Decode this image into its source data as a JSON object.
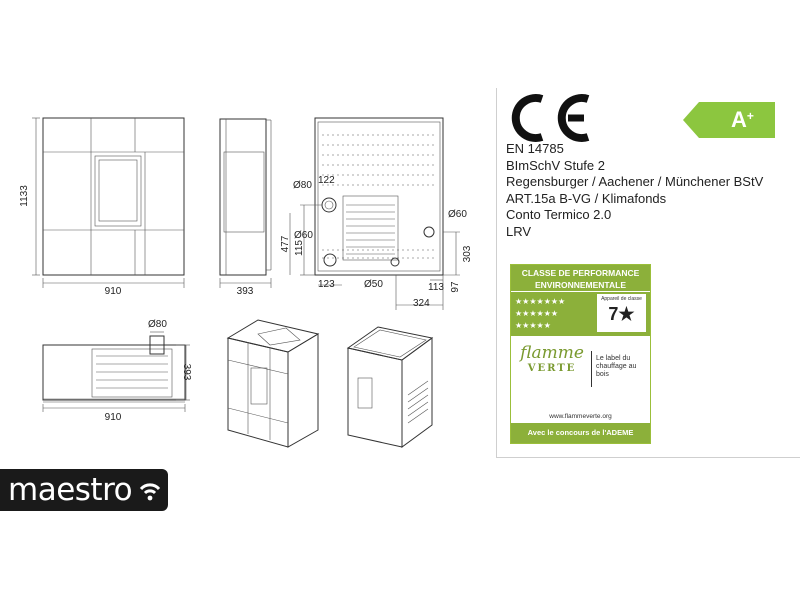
{
  "dimensions": {
    "front_height": "1133",
    "front_width": "910",
    "side_width": "393",
    "rear_d80": "Ø80",
    "rear_d60_left": "Ø60",
    "rear_d60_right": "Ø60",
    "rear_d50": "Ø50",
    "rear_122": "122",
    "rear_477": "477",
    "rear_115": "115",
    "rear_123": "123",
    "rear_303": "303",
    "rear_324": "324",
    "rear_113": "113",
    "rear_97": "97",
    "top_d80": "Ø80",
    "top_393": "393",
    "top_910": "910"
  },
  "certifications": {
    "ce_mark": "CE",
    "energy_class": "A",
    "energy_class_sup": "+",
    "standards": [
      "EN 14785",
      "BImSchV Stufe 2",
      "Regensburger / Aachener / Münchener BStV",
      "ART.15a B-VG / Klimafonds",
      "Conto Termico 2.0",
      "LRV"
    ]
  },
  "flamme_verte_label": {
    "header_line1": "CLASSE DE PERFORMANCE",
    "header_line2": "ENVIRONNEMENTALE",
    "stars_row1": "★★★★★★★",
    "stars_row2": "★★★★★★",
    "stars_row3": "★★★★★",
    "badge_title": "Appareil de classe",
    "badge_value": "7★",
    "brand_word1": "flamme",
    "brand_word2": "VERTE",
    "tagline": "Le label du chauffage au bois",
    "url": "www.flammeverte.org",
    "footer": "Avec le concours de l'ADEME"
  },
  "brand": {
    "logo_text": "maestro"
  },
  "colors": {
    "energy_green": "#8cc63f",
    "label_green": "#8cb03a",
    "logo_background": "#1a1a1a"
  }
}
